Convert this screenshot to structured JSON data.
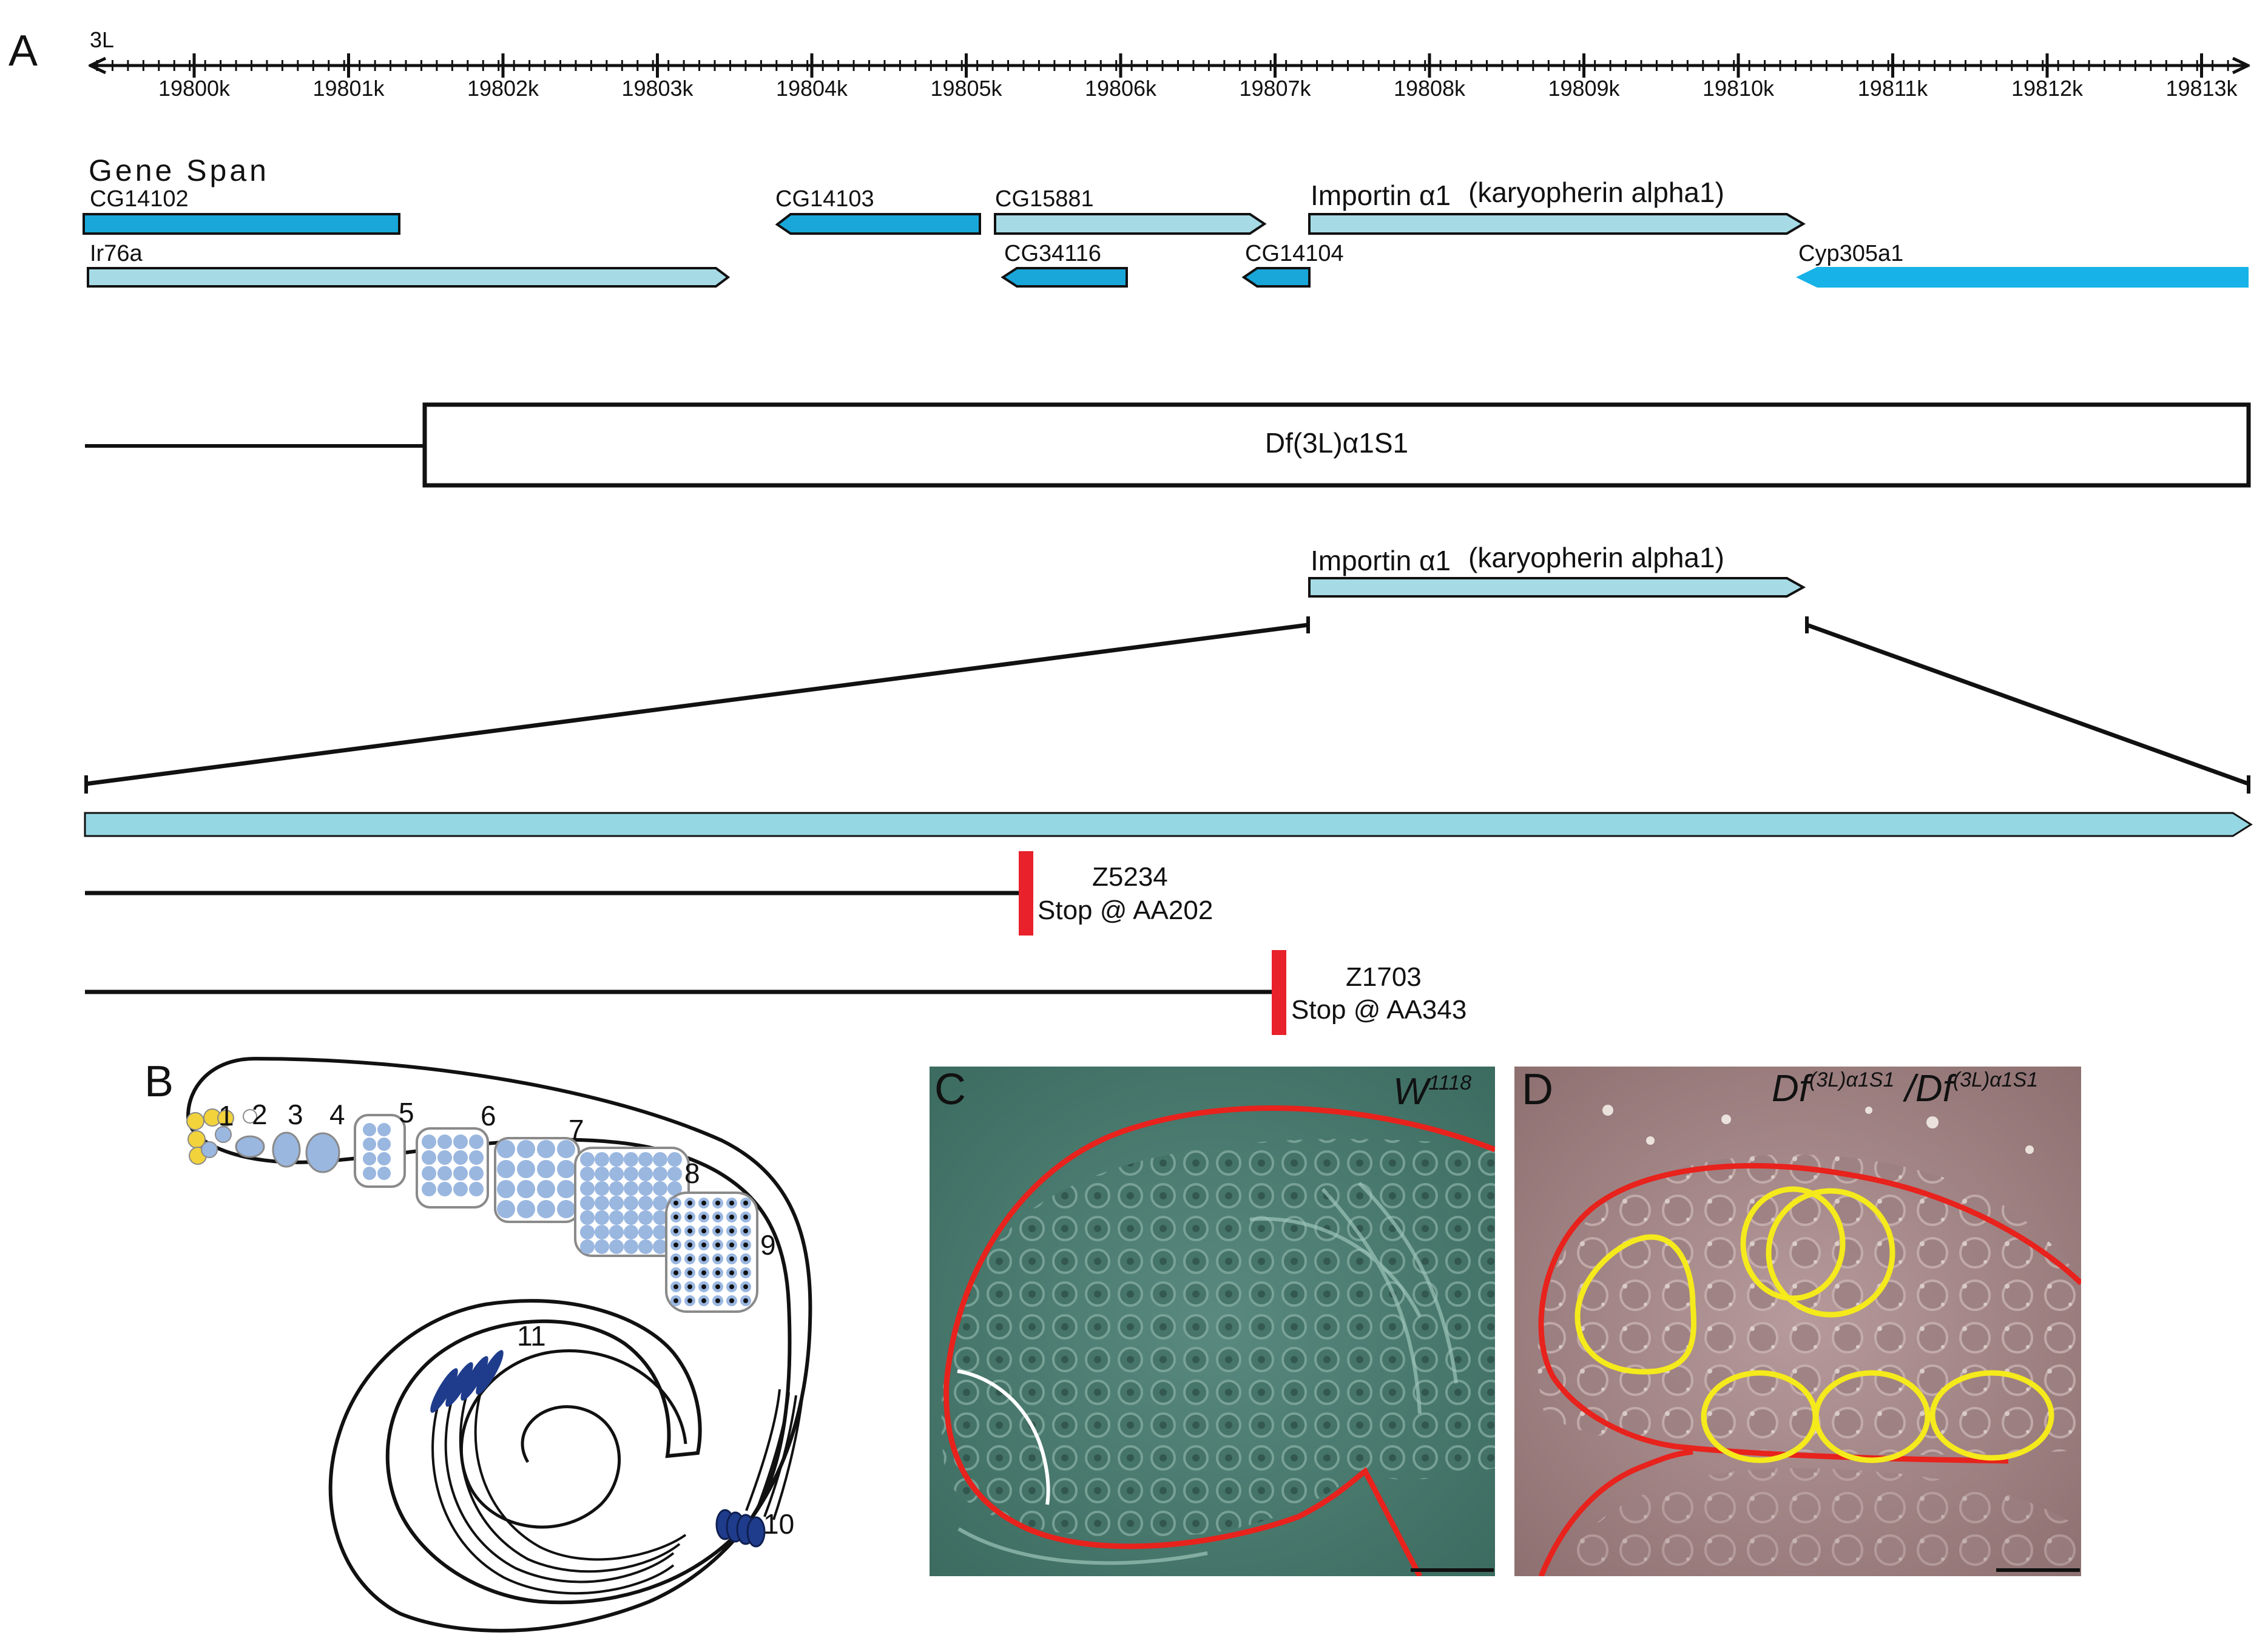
{
  "panel_labels": {
    "a": "A",
    "b": "B",
    "c": "C",
    "d": "D"
  },
  "ruler": {
    "chromosome": "3L",
    "ticks": [
      "19800k",
      "19801k",
      "19802k",
      "19803k",
      "19804k",
      "19805k",
      "19806k",
      "19807k",
      "19808k",
      "19809k",
      "19810k",
      "19811k",
      "19812k",
      "19813k"
    ]
  },
  "genes": {
    "section_title": "Gene Span",
    "cg14102": "CG14102",
    "ir76a": "Ir76a",
    "cg14103": "CG14103",
    "cg15881": "CG15881",
    "cg34116": "CG34116",
    "cg14104": "CG14104",
    "importin_alpha1_symbol": "Importin α1",
    "importin_alpha1_alias": "(karyopherin alpha1)",
    "cyp305a1": "Cyp305a1"
  },
  "deletion": {
    "label": "Df(3L)α1S1"
  },
  "zoom": {
    "importin_alpha1_symbol": "Importin α1",
    "importin_alpha1_alias": "(karyopherin alpha1)"
  },
  "alleles": [
    {
      "name": "Z5234",
      "effect": "Stop @ AA202"
    },
    {
      "name": "Z1703",
      "effect": "Stop @ AA343"
    }
  ],
  "testis_stages": [
    "1",
    "2",
    "3",
    "4",
    "5",
    "6",
    "7",
    "8",
    "9",
    "10",
    "11"
  ],
  "micrographs": {
    "c_genotype": "W",
    "c_genotype_sup": "1118",
    "d_genotype_a": "Df",
    "d_genotype_a_sup": "(3L)α1S1",
    "d_separator": " /",
    "d_genotype_b": "Df",
    "d_genotype_b_sup": "(3L)α1S1"
  },
  "colors": {
    "gene_dark": "#19a7d9",
    "gene_light": "#a6dbe6",
    "gene_bright": "#17b2e8",
    "transcript": "#95d7e3",
    "stop_marker": "#e8212a",
    "cell_blue": "#9ab7e0",
    "stem_yellow": "#f2d33c",
    "sperm_blue": "#1f3c8c",
    "outline_red": "#e8221c",
    "cyst_yellow": "#f5ea1b",
    "micrograph_c_bg": "#4d7d72",
    "micrograph_d_bg": "#a68a8b"
  }
}
